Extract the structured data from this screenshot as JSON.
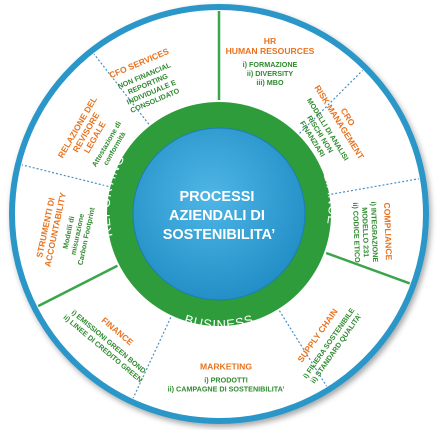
{
  "center": {
    "lines": [
      "PROCESSI",
      "AZIENDALI DI",
      "SOSTENIBILITA’"
    ]
  },
  "ring": {
    "reporting": "REPORTING",
    "compliance": "COMPLIANCE",
    "business": "BUSINESS"
  },
  "segments": [
    {
      "id": "cfo-services",
      "title": [
        "CFO SERVICES"
      ],
      "body": [
        "NON FINANCIAL",
        "REPORTING",
        "INDIVIDUALE E",
        "CONSOLIDATO"
      ]
    },
    {
      "id": "hr",
      "title": [
        "HR",
        "HUMAN RESOURCES"
      ],
      "body": [
        "i) FORMAZIONE",
        "ii) DIVERSITY",
        "iii) MBO"
      ]
    },
    {
      "id": "cro",
      "title": [
        "CRO",
        "RISK MANAGEMENT"
      ],
      "body": [
        "MODELLI DI ANALISI",
        "RISCHI NON",
        "FINANZIARI"
      ]
    },
    {
      "id": "compliance",
      "title": [
        "COMPLIANCE"
      ],
      "body": [
        "i) INTEGRAZIONE",
        "MODELLO 231",
        "ii) CODICE ETICO"
      ]
    },
    {
      "id": "supply-chain",
      "title": [
        "SUPPLY CHAIN"
      ],
      "body": [
        "i) FILIERA SOSTENIBILE",
        "ii) STANDARD QUALITA’"
      ]
    },
    {
      "id": "marketing",
      "title": [
        "MARKETING"
      ],
      "body": [
        "i) PRODOTTI",
        "ii) CAMPAGNE DI SOSTENIBILITA’"
      ]
    },
    {
      "id": "finance",
      "title": [
        "FINANCE"
      ],
      "body": [
        "i) EMISSIONI GREEN BOND",
        "ii) LINEE DI CREDITO GREEN"
      ]
    },
    {
      "id": "strumenti",
      "title": [
        "STRUMENTI DI",
        "ACCOUNTABILITY"
      ],
      "body": [
        "Modelli di",
        "misurazione",
        "Carbon Footprint"
      ]
    },
    {
      "id": "revisore",
      "title": [
        "RELAZIONE DEL",
        "REVISORE",
        "LEGALE"
      ],
      "body": [
        "Attestazione di",
        "conformità"
      ]
    }
  ],
  "colors": {
    "outer_fill": "#ffffff",
    "outer_border": "#2a97c8",
    "ring_green": "#2e9c3a",
    "center_blue": "#2e9fd6",
    "title_orange": "#e8731f",
    "body_green": "#2f8a2f",
    "divider_blue": "#4a8fc4",
    "divider_green": "#3aa54a"
  }
}
